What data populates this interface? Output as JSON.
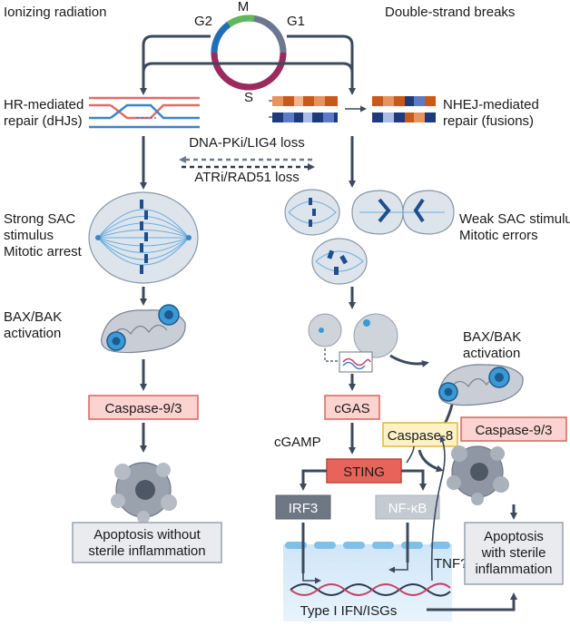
{
  "labels": {
    "ionizing_radiation": "Ionizing radiation",
    "double_strand_breaks": "Double-strand breaks",
    "phase_m": "M",
    "phase_g1": "G1",
    "phase_g2": "G2",
    "phase_s": "S",
    "hr_line1": "HR-mediated",
    "hr_line2": "repair (dHJs)",
    "nhej_line1": "NHEJ-mediated",
    "nhej_line2": "repair (fusions)",
    "dnapki_loss": "DNA-PKi/LIG4 loss",
    "atri_loss": "ATRi/RAD51 loss",
    "strong_sac_line1": "Strong SAC",
    "strong_sac_line2": "stimulus",
    "strong_sac_line3": "Mitotic arrest",
    "weak_sac_line1": "Weak SAC stimulus",
    "weak_sac_line2": "Mitotic errors",
    "baxbak_left_line1": "BAX/BAK",
    "baxbak_left_line2": "activation",
    "baxbak_right_line1": "BAX/BAK",
    "baxbak_right_line2": "activation",
    "caspase93_left": "Caspase-9/3",
    "caspase93_right": "Caspase-9/3",
    "cgas": "cGAS",
    "cgamp": "cGAMP",
    "caspase8": "Caspase-8",
    "sting": "STING",
    "irf3": "IRF3",
    "nfkb": "NF-κB",
    "tnf": "TNF?",
    "type1_ifn": "Type I IFN/ISGs",
    "apoptosis_without_line1": "Apoptosis without",
    "apoptosis_without_line2": "sterile inflammation",
    "apoptosis_with_line1": "Apoptosis",
    "apoptosis_with_line2": "with sterile",
    "apoptosis_with_line3": "inflammation"
  },
  "colors": {
    "arrow": "#3d4a5c",
    "phase_m": "#5fb85a",
    "phase_g1": "#6b7890",
    "phase_g2": "#1e6fb8",
    "phase_s": "#9c2a5c",
    "caspase_red": "#fbd3d0",
    "caspase8_yellow": "#fdf1c8",
    "sting_red": "#e8645a",
    "mito_blue": "#3a9ad6",
    "chromosome": "#1f4e8c"
  }
}
